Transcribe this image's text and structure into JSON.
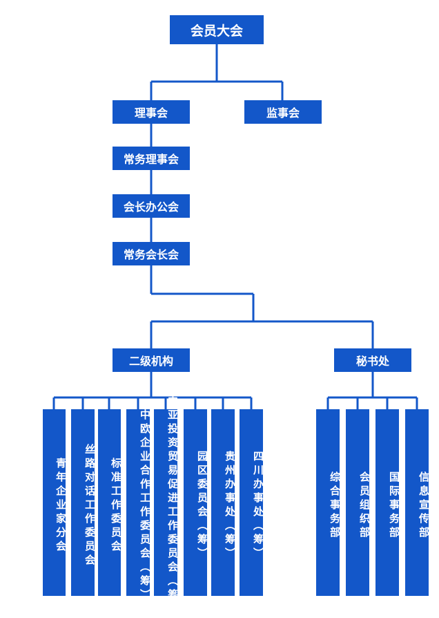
{
  "colors": {
    "node": "#1357c9",
    "line": "#1357c9"
  },
  "nodes": {
    "general_assembly": "会员大会",
    "council": "理事会",
    "supervisory_board": "监事会",
    "standing_council": "常务理事会",
    "president_office_meeting": "会长办公会",
    "standing_president_meeting": "常务会长会",
    "secondary_institutions": "二级机构",
    "secretariat": "秘书处"
  },
  "secondary_units": [
    "青年企业家分会",
    "丝路对话工作委员会",
    "标准工作委员会",
    "中欧企业合作工作委员会（筹）",
    "中亚投资贸易促进工作委员会（筹）",
    "园区委员会（筹）",
    "贵州办事处（筹）",
    "四川办事处（筹）"
  ],
  "secretariat_units": [
    "综合事务部",
    "会员组织部",
    "国际事务部",
    "信息宣传部"
  ]
}
